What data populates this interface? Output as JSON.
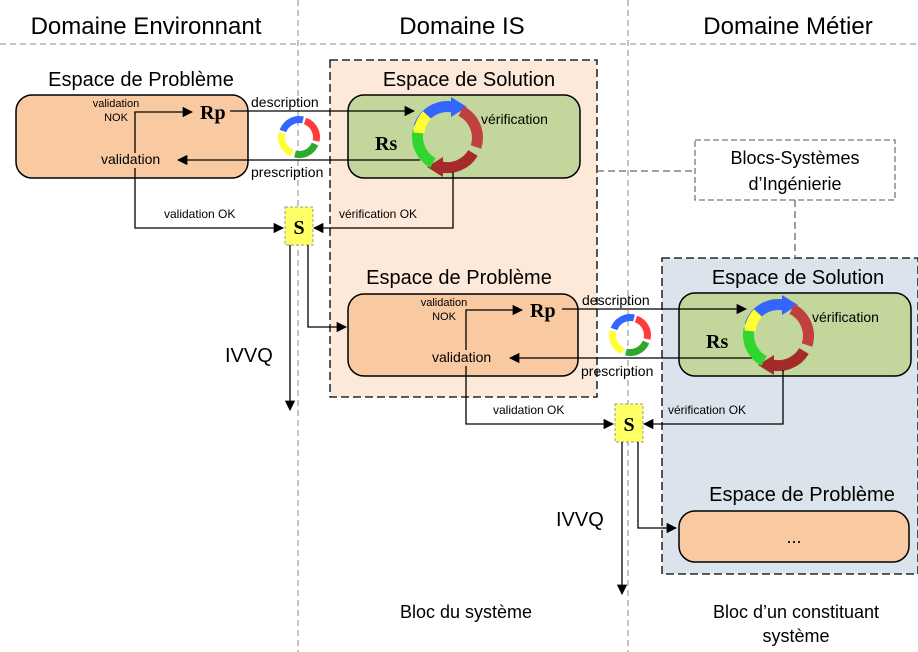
{
  "domains": {
    "environnant": "Domaine Environnant",
    "is": "Domaine IS",
    "metier": "Domaine Métier"
  },
  "top": {
    "probleme_title": "Espace de Problème",
    "solution_title": "Espace de Solution",
    "validation_nok": [
      "validation",
      "NOK"
    ],
    "rp": "Rp",
    "rs": "Rs",
    "description": "description",
    "prescription": "prescription",
    "verification": "vérification",
    "validation": "validation",
    "validation_ok": "validation OK",
    "verification_ok": "vérification OK",
    "s": "S"
  },
  "blocs_systemes": [
    "Blocs-Systèmes",
    "d’Ingénierie"
  ],
  "middle": {
    "probleme_title": "Espace de Problème",
    "solution_title": "Espace de Solution",
    "validation_nok": [
      "validation",
      "NOK"
    ],
    "rp": "Rp",
    "rs": "Rs",
    "description": "description",
    "prescription": "prescription",
    "verification": "vérification",
    "validation": "validation",
    "validation_ok": "validation OK",
    "verification_ok": "vérification OK",
    "s": "S"
  },
  "bottom": {
    "probleme_title": "Espace de Problème",
    "ellipsis": "..."
  },
  "ivvq_left": "IVVQ",
  "ivvq_right": "IVVQ",
  "footer": {
    "bloc_systeme": "Bloc du système",
    "bloc_constituant": [
      "Bloc d’un constituant",
      "système"
    ]
  },
  "colors": {
    "probleme_fill": "#f9c9a1",
    "solution_fill": "#c3d69b",
    "is_zone_fill": "#fde9d9",
    "metier_zone_fill": "#dbe3ec",
    "s_fill": "#ffff66"
  }
}
